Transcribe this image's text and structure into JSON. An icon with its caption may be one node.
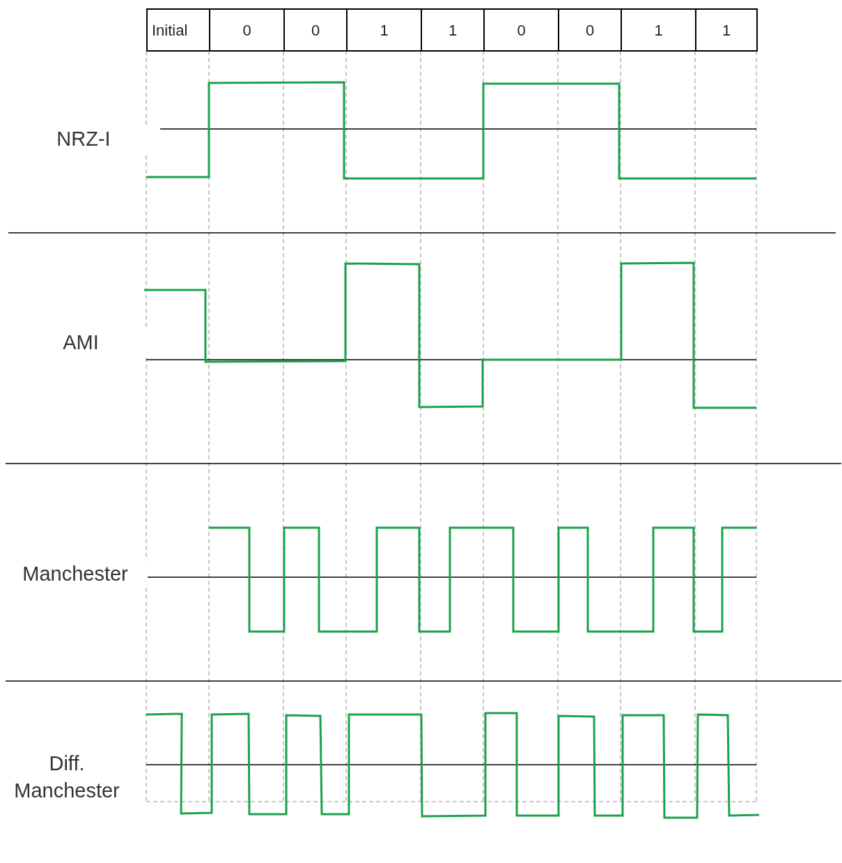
{
  "diagram": {
    "labels": [
      "Initial",
      "0",
      "0",
      "1",
      "1",
      "0",
      "0",
      "1",
      "1",
      "NRZ-I",
      "AMI",
      "Manchester",
      "Diff. Manchester"
    ]
  }
}
